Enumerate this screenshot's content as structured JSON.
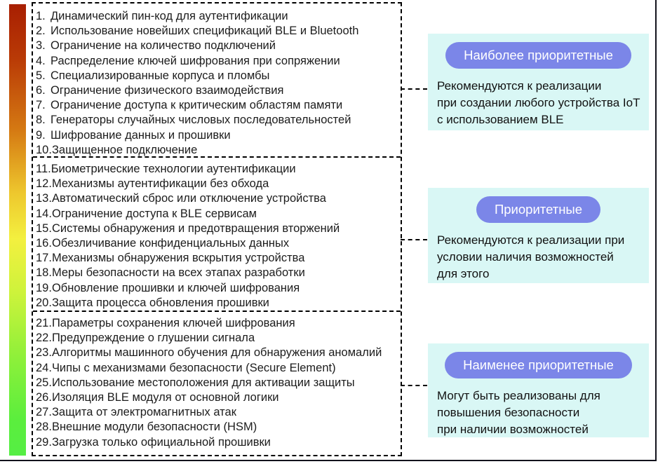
{
  "figure": {
    "type": "priority-diagram",
    "language": "ru",
    "topic": "Меры безопасности BLE IoT по приоритетам"
  },
  "legend_bar": {
    "meaning": "priority-gradient-high-to-low"
  },
  "list": {
    "sections": [
      {
        "priority": "highest",
        "items": [
          {
            "num": "1.",
            "text": "Динамический пин-код для аутентификации"
          },
          {
            "num": "2.",
            "text": "Использование новейших спецификаций BLE и Bluetooth"
          },
          {
            "num": "3.",
            "text": "Ограничение на количество подключений"
          },
          {
            "num": "4.",
            "text": "Распределение ключей шифрования при сопряжении"
          },
          {
            "num": "5.",
            "text": "Специализированные корпуса и пломбы"
          },
          {
            "num": "6.",
            "text": "Ограничение физического взаимодействия"
          },
          {
            "num": "7.",
            "text": "Ограничение доступа к критическим областям памяти"
          },
          {
            "num": "8.",
            "text": "Генераторы случайных числовых последовательностей"
          },
          {
            "num": "9.",
            "text": "Шифрование данных и прошивки"
          },
          {
            "num": "10.",
            "text": "Защищенное подключение"
          }
        ]
      },
      {
        "priority": "medium",
        "items": [
          {
            "num": "11.",
            "text": "Биометрические технологии аутентификации"
          },
          {
            "num": "12.",
            "text": "Механизмы аутентификации без обхода"
          },
          {
            "num": "13.",
            "text": "Автоматический сброс или отключение устройства"
          },
          {
            "num": "14.",
            "text": "Ограничение доступа к BLE сервисам"
          },
          {
            "num": "15.",
            "text": "Системы обнаружения и предотвращения вторжений"
          },
          {
            "num": "16.",
            "text": "Обезличивание конфиденциальных данных"
          },
          {
            "num": "17.",
            "text": "Механизмы обнаружения вскрытия устройства"
          },
          {
            "num": "18.",
            "text": "Меры безопасности на всех этапах разработки"
          },
          {
            "num": "19.",
            "text": "Обновление прошивки и ключей шифрования"
          },
          {
            "num": "20.",
            "text": "Защита процесса обновления прошивки"
          }
        ]
      },
      {
        "priority": "lowest",
        "items": [
          {
            "num": "21.",
            "text": "Параметры сохранения ключей шифрования"
          },
          {
            "num": "22.",
            "text": "Предупреждение о глушении сигнала"
          },
          {
            "num": "23.",
            "text": "Алгоритмы машинного обучения для обнаружения аномалий"
          },
          {
            "num": "24.",
            "text": "Чипы с механизмами безопасности (Secure Element)"
          },
          {
            "num": "25.",
            "text": "Использование местоположения для активации защиты"
          },
          {
            "num": "26.",
            "text": "Изоляция BLE модуля от основной логики"
          },
          {
            "num": "27.",
            "text": "Защита от электромагнитных атак"
          },
          {
            "num": "28.",
            "text": "Внешние модули безопасности (HSM)"
          },
          {
            "num": "29.",
            "text": "Загрузка только официальной прошивки"
          }
        ]
      }
    ]
  },
  "priorities": [
    {
      "label": "Наиболее приоритетные",
      "description": "Рекомендуются к реализации\nпри создании любого устройства IoT\nс использованием BLE"
    },
    {
      "label": "Приоритетные",
      "description": "Рекомендуются к реализации при\nусловии наличия возможностей\nдля этого"
    },
    {
      "label": "Наименее приоритетные",
      "description": "Могут быть реализованы для\nповышения безопасности\nпри наличии возможностей"
    }
  ],
  "colors": {
    "pill": "#7b86e8",
    "card_bg": "#d9f7f5",
    "frame": "#12121c",
    "text": "#1c1c1c",
    "gradient_stops": [
      "#a81f02 0%",
      "#b93a06 12%",
      "#d57a13 28%",
      "#eec82e 42%",
      "#f3f03f 52%",
      "#cdf33b 64%",
      "#8ff03a 78%",
      "#5bee3d 92%",
      "#55ee44 100%"
    ]
  }
}
